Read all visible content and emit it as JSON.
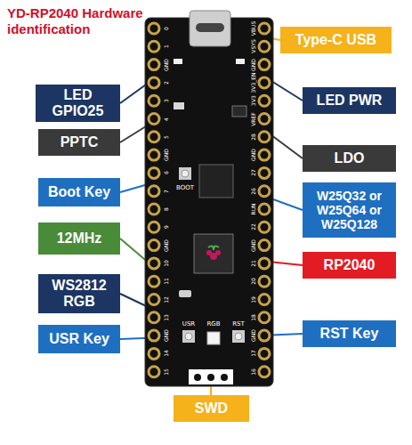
{
  "diagram": {
    "title": "YD-RP2040 Hardware identification",
    "nodes": [
      {
        "text": [
          "Type-C USB"
        ]
      },
      {
        "text": [
          "LED GPIO25"
        ]
      },
      {
        "text": [
          "LED PWR"
        ]
      },
      {
        "text": [
          "PPTC"
        ]
      },
      {
        "text": [
          "LDO"
        ]
      },
      {
        "text": [
          "Boot Key"
        ]
      },
      {
        "text": [
          "W25Q32 or W25Q64 or W25Q128"
        ]
      },
      {
        "text": [
          "12MHz"
        ]
      },
      {
        "text": [
          "RP2040"
        ]
      },
      {
        "text": [
          "WS2812 RGB"
        ]
      },
      {
        "text": [
          "USR Key"
        ]
      },
      {
        "text": [
          "RST Key"
        ]
      },
      {
        "text": [
          "SWD"
        ]
      }
    ],
    "labels": [
      "0",
      "1",
      "GND",
      "2",
      "3",
      "4",
      "5",
      "GND",
      "6",
      "7",
      "8",
      "9",
      "GND",
      "10",
      "11",
      "12",
      "13",
      "GND",
      "14",
      "15",
      "VBUS",
      "VSYS",
      "GND",
      "3V3_EN",
      "3V3",
      "VREF",
      "28",
      "GND",
      "27",
      "26",
      "RUN",
      "22",
      "GND",
      "21",
      "20",
      "19",
      "18",
      "GND",
      "17",
      "16",
      "BOOT",
      "USR",
      "RGB",
      "RST"
    ]
  }
}
